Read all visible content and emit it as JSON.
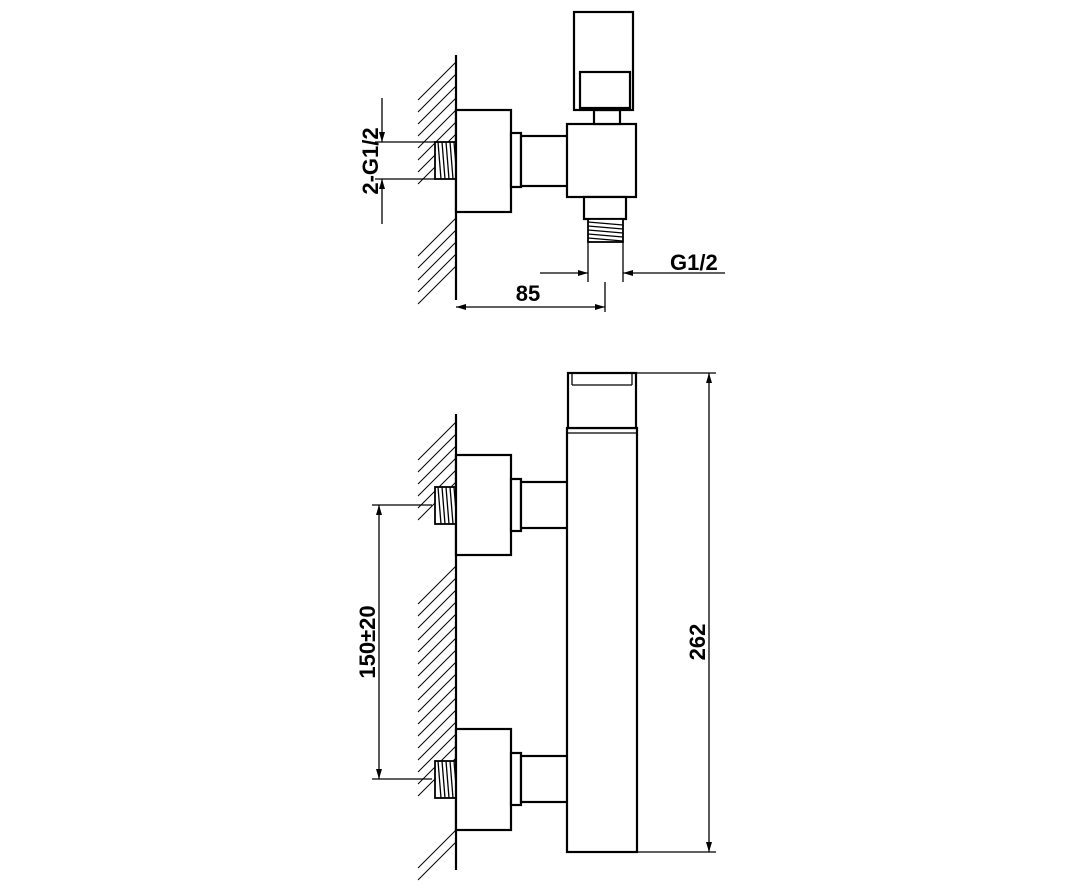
{
  "top_view": {
    "inlet_thread_label": "2-G1/2",
    "outlet_thread_label": "G1/2",
    "projection_label": "85"
  },
  "front_view": {
    "inlet_spacing_label": "150±20",
    "height_label": "262"
  },
  "colors": {
    "line": "#000000",
    "background": "#ffffff"
  }
}
